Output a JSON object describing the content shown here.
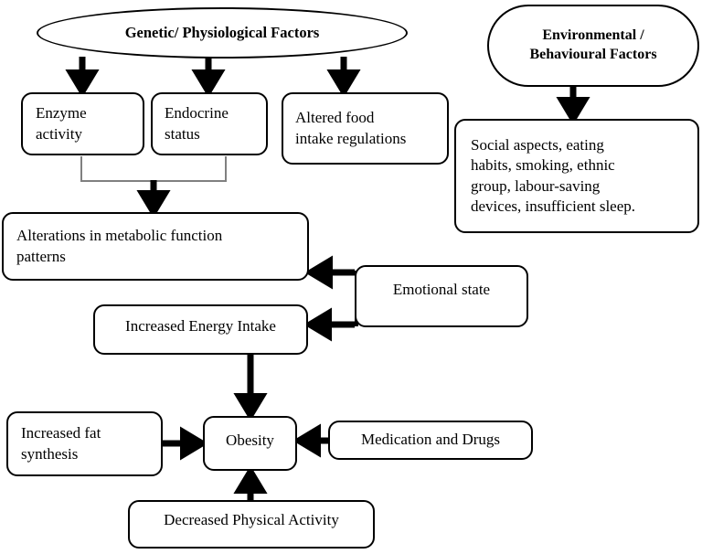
{
  "diagram": {
    "title": "Obesity causal factors flowchart",
    "stroke_color": "#000000",
    "thin_connector_color": "#808080",
    "background": "#ffffff",
    "nodes": [
      {
        "id": "genetic-physiological-factors",
        "label": "Genetic/ Physiological Factors",
        "shape": "ellipse",
        "bold": true
      },
      {
        "id": "environmental-behavioural-factors",
        "label": "Environmental /\nBehavioural Factors",
        "shape": "stadium",
        "bold": true
      },
      {
        "id": "enzyme-activity",
        "label": "Enzyme\nactivity",
        "shape": "rect",
        "bold": false
      },
      {
        "id": "endocrine-status",
        "label": "Endocrine\nstatus",
        "shape": "rect",
        "bold": false
      },
      {
        "id": "altered-food-intake-regulations",
        "label": "Altered food\nintake regulations",
        "shape": "rect",
        "bold": false
      },
      {
        "id": "social-aspects",
        "label": "Social aspects, eating\nhabits, smoking, ethnic\ngroup, labour-saving\ndevices, insufficient sleep.",
        "shape": "rect",
        "bold": false
      },
      {
        "id": "alterations-in-metabolic-function-patterns",
        "label": "Alterations in metabolic function\npatterns",
        "shape": "rect",
        "bold": false
      },
      {
        "id": "emotional-state",
        "label": "Emotional state",
        "shape": "rect",
        "bold": false
      },
      {
        "id": "increased-energy-intake",
        "label": "Increased Energy Intake",
        "shape": "rect",
        "bold": false
      },
      {
        "id": "increased-fat-synthesis",
        "label": "Increased fat\nsynthesis",
        "shape": "rect",
        "bold": false
      },
      {
        "id": "obesity",
        "label": "Obesity",
        "shape": "rect",
        "bold": false
      },
      {
        "id": "medication-and-drugs",
        "label": "Medication and Drugs",
        "shape": "rect",
        "bold": false
      },
      {
        "id": "decreased-physical-activity",
        "label": "Decreased Physical Activity",
        "shape": "rect",
        "bold": false
      }
    ],
    "edges": [
      {
        "from": "genetic-physiological-factors",
        "to": "enzyme-activity"
      },
      {
        "from": "genetic-physiological-factors",
        "to": "endocrine-status"
      },
      {
        "from": "genetic-physiological-factors",
        "to": "altered-food-intake-regulations"
      },
      {
        "from": "environmental-behavioural-factors",
        "to": "social-aspects"
      },
      {
        "from": "enzyme-activity",
        "to": "alterations-in-metabolic-function-patterns"
      },
      {
        "from": "endocrine-status",
        "to": "alterations-in-metabolic-function-patterns"
      },
      {
        "from": "emotional-state",
        "to": "alterations-in-metabolic-function-patterns"
      },
      {
        "from": "emotional-state",
        "to": "increased-energy-intake"
      },
      {
        "from": "increased-energy-intake",
        "to": "obesity"
      },
      {
        "from": "increased-fat-synthesis",
        "to": "obesity"
      },
      {
        "from": "medication-and-drugs",
        "to": "obesity"
      },
      {
        "from": "decreased-physical-activity",
        "to": "obesity"
      }
    ]
  }
}
